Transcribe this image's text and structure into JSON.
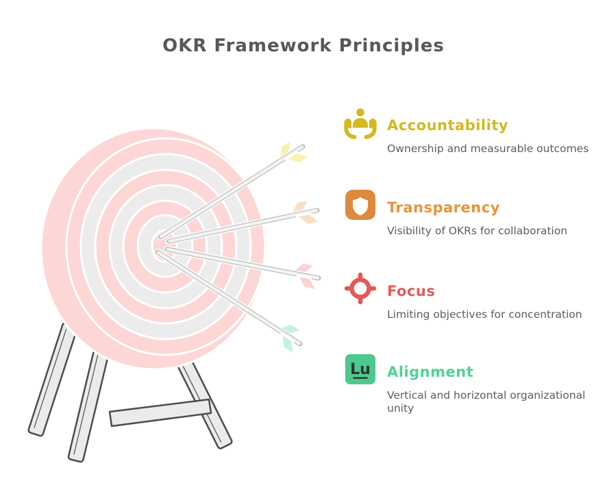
{
  "title": "OKR Framework Principles",
  "principles": [
    {
      "name": "Accountability",
      "description": "Ownership and measurable outcomes",
      "color": "#d4b821",
      "icon_color": "#d4b821",
      "icon": "supporting-hands-person"
    },
    {
      "name": "Transparency",
      "description": "Visibility of OKRs for collaboration",
      "color": "#e8933a",
      "icon_color": "#dd8a3c",
      "icon": "shield-badge"
    },
    {
      "name": "Focus",
      "description": "Limiting objectives for concentration",
      "color": "#e15b5b",
      "icon_color": "#e15b5b",
      "icon": "crosshair-target"
    },
    {
      "name": "Alignment",
      "description": "Vertical and horizontal organizational unity",
      "color": "#55d096",
      "icon_color": "#4fc88d",
      "icon": "lu-badge",
      "icon_label": "Lu"
    }
  ],
  "illustration": {
    "board_pink": "#fcd7d6",
    "board_gray": "#ececec",
    "stand_fill": "#ebebeb",
    "stand_outline": "#4c4c4c",
    "arrows": [
      {
        "principle": "Accountability",
        "fletch_color": "#f9f1b0"
      },
      {
        "principle": "Transparency",
        "fletch_color": "#fbdfc2"
      },
      {
        "principle": "Focus",
        "fletch_color": "#fbd3d5"
      },
      {
        "principle": "Alignment",
        "fletch_color": "#c8f1db"
      }
    ]
  }
}
